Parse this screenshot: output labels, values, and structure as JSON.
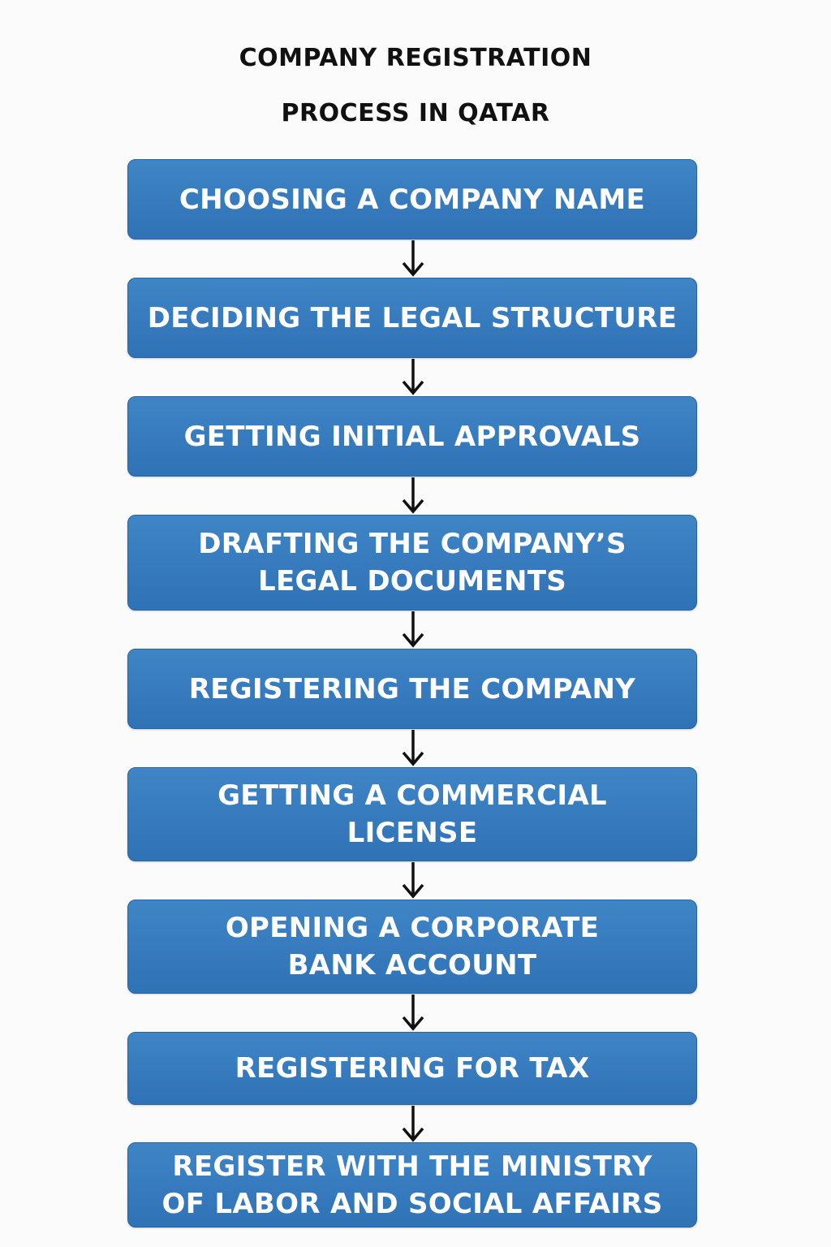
{
  "title": {
    "line1": "COMPANY REGISTRATION",
    "line2": "PROCESS IN QATAR"
  },
  "steps": [
    {
      "line1": "CHOOSING A COMPANY NAME",
      "line2": ""
    },
    {
      "line1": "DECIDING THE LEGAL STRUCTURE",
      "line2": ""
    },
    {
      "line1": "GETTING INITIAL APPROVALS",
      "line2": ""
    },
    {
      "line1": "DRAFTING THE COMPANY’S",
      "line2": "LEGAL DOCUMENTS"
    },
    {
      "line1": "REGISTERING THE COMPANY",
      "line2": ""
    },
    {
      "line1": "GETTING A COMMERCIAL",
      "line2": "LICENSE"
    },
    {
      "line1": "OPENING A CORPORATE",
      "line2": "BANK ACCOUNT"
    },
    {
      "line1": "REGISTERING FOR TAX",
      "line2": ""
    },
    {
      "line1": "REGISTER WITH THE MINISTRY",
      "line2": "OF LABOR AND SOCIAL AFFAIRS"
    }
  ],
  "colors": {
    "box_fill": "#3479bd",
    "box_border": "#2a65a3",
    "box_text": "#ffffff",
    "title_text": "#111111",
    "arrow": "#111111",
    "background": "#fbfbfb"
  },
  "icons": {
    "connector": "down-arrow-icon"
  }
}
